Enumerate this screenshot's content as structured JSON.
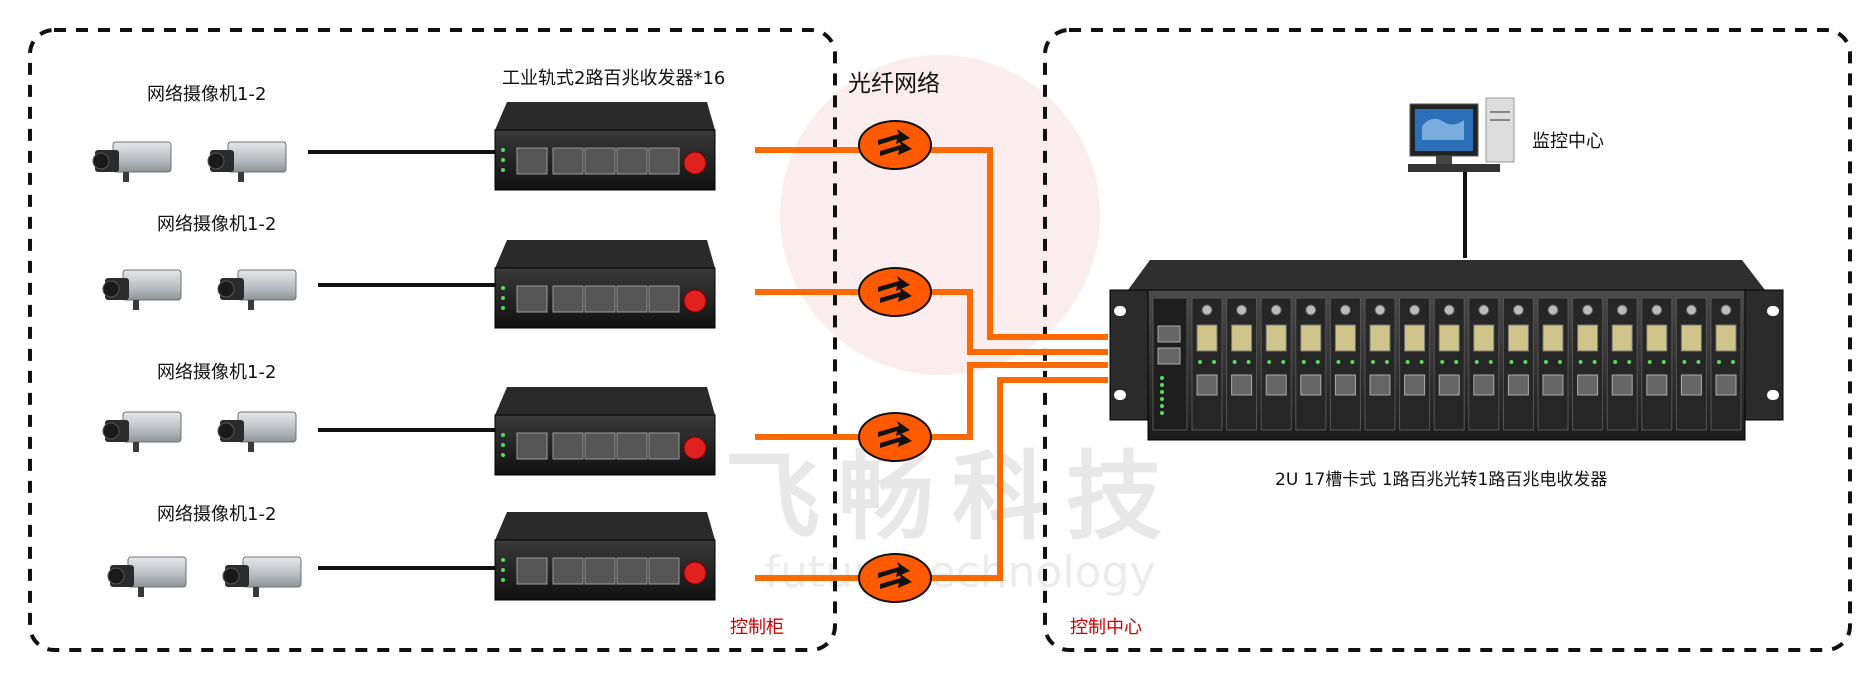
{
  "watermark": {
    "cn": "飞畅科技",
    "en": "future technology"
  },
  "labels": {
    "camera_group_1": "网络摄像机1-2",
    "camera_group_2": "网络摄像机1-2",
    "camera_group_3": "网络摄像机1-2",
    "camera_group_4": "网络摄像机1-2",
    "transceiver_title": "工业轨式2路百兆收发器*16",
    "fiber_network": "光纤网络",
    "monitor_center": "监控中心",
    "chassis_title": "2U 17槽卡式 1路百兆光转1路百兆电收发器",
    "control_cabinet": "控制柜",
    "control_center": "控制中心"
  },
  "colors": {
    "fiber": "#ff6a00",
    "ethernet": "#111111",
    "zone_border": "#111111",
    "zone_label": "#d40000",
    "watermark": "#e8b7b7"
  }
}
